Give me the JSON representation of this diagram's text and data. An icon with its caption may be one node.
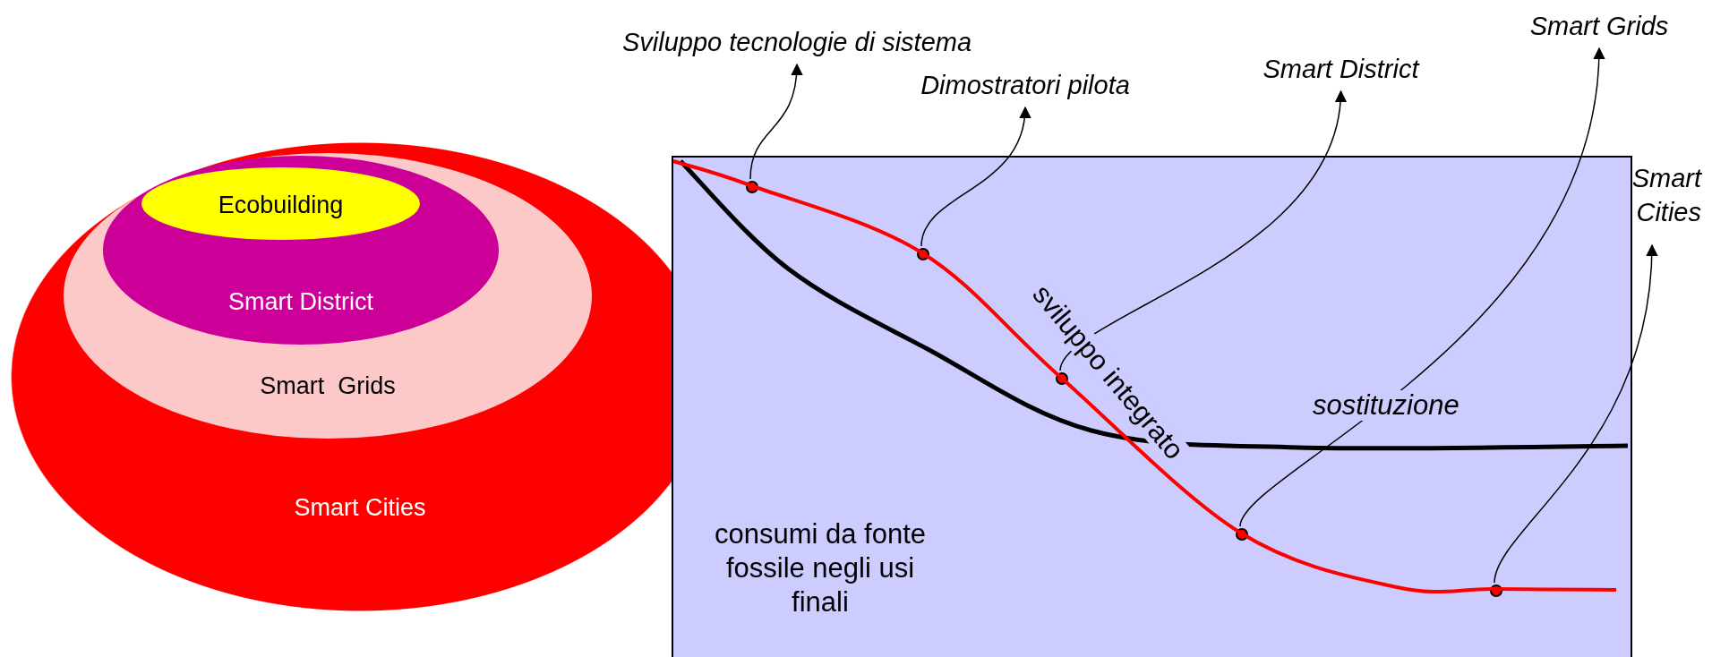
{
  "diagram": {
    "nodes": [
      {
        "text": [
          "Smart Cities"
        ]
      },
      {
        "text": [
          "Smart  Grids"
        ],
        "in": 0
      },
      {
        "text": [
          "Smart District"
        ],
        "in": 1
      },
      {
        "text": [
          "Ecobuilding"
        ],
        "in": 2
      },
      {
        "text": [
          "consumi da fonte fossile negli usi finali"
        ]
      },
      {
        "text": [],
        "shape": "circle",
        "in": 4
      },
      {
        "text": [],
        "shape": "circle",
        "in": 4
      },
      {
        "text": [],
        "shape": "circle",
        "in": 4
      },
      {
        "text": [],
        "shape": "circle",
        "in": 4
      },
      {
        "text": [],
        "shape": "circle",
        "in": 4
      },
      {
        "text": [
          "Sviluppo tecnologie di sistema"
        ]
      },
      {
        "text": [
          "Dimostratori pilota"
        ]
      },
      {
        "text": [
          "Smart District"
        ]
      },
      {
        "text": [
          "Smart Grids"
        ]
      },
      {
        "text": [
          "Smart Cities"
        ]
      }
    ],
    "edges": [
      {
        "from": 5,
        "to": 10,
        "arrow": "to"
      },
      {
        "from": 6,
        "to": 11,
        "arrow": "to"
      },
      {
        "from": 7,
        "to": 12,
        "arrow": "to"
      },
      {
        "from": 8,
        "to": 13,
        "arrow": "to"
      },
      {
        "from": 9,
        "to": 14,
        "arrow": "to"
      }
    ],
    "labels": [
      "sviluppo integrato",
      "sostituzione"
    ]
  }
}
